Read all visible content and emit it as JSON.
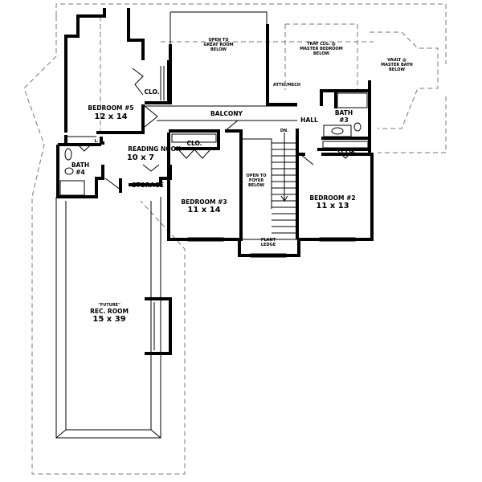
{
  "rooms": {
    "bedroom5": {
      "name": "BEDROOM #5",
      "size": "12 x 14"
    },
    "bedroom3": {
      "name": "BEDROOM #3",
      "size": "11 x 14"
    },
    "bedroom2": {
      "name": "BEDROOM #2",
      "size": "11 x 13"
    },
    "reading_nook": {
      "name": "READING NOOK",
      "size": "10 x 7"
    },
    "rec_room": {
      "line1": "\"FUTURE\"",
      "line2": "REC. ROOM",
      "size": "15 x 39"
    },
    "bath3": {
      "line1": "BATH",
      "line2": "#3"
    },
    "bath4": {
      "line1": "BATH",
      "line2": "#4"
    }
  },
  "labels": {
    "open_great_room": [
      "OPEN TO",
      "GREAT ROOM",
      "BELOW"
    ],
    "tray_ceiling": [
      "TRAY CLG. @",
      "MASTER BEDROOM",
      "BELOW"
    ],
    "vault_bath": [
      "VAULT @",
      "MASTER BATH",
      "BELOW"
    ],
    "open_foyer": [
      "OPEN TO",
      "FOYER",
      "BELOW"
    ],
    "plant_ledge": [
      "PLANT",
      "LEDGE"
    ],
    "attic": "ATTIC/MECH",
    "balcony": "BALCONY",
    "hall": "HALL",
    "storage": "STORAGE",
    "closet": "CLO.",
    "linen": "L.",
    "stairs_down": "DN."
  }
}
